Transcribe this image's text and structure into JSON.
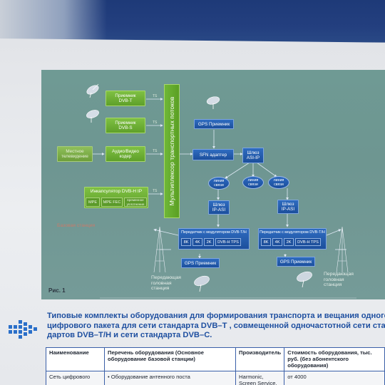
{
  "diagram": {
    "receiver_dvbt": "Приемник\nDVB-T",
    "receiver_dvbs": "Приемник\nDVB-S",
    "local_tv": "Местное\nтелевидение",
    "av_encoder": "Аудио/Видео\nкодер",
    "encapsulator": "Инкапсулятор DVB-H IP",
    "enc_mpe": "MPE",
    "enc_mpe_fec": "MPE FEC",
    "enc_time": "временное\nуплотнение",
    "mux": "Мультиплексор транспортных потоков",
    "ts": "TS",
    "gps_top": "GPS Приемник",
    "sfn": "SFN адаптер",
    "gateway_asi_ip": "Шлюз\nASI-IP",
    "link": "линия\nсвязи",
    "gateway_ip_asi": "Шлюз\nIP-ASI",
    "transmitter": "Передатчик с модулятором DVB-T/H",
    "modes": [
      "8K",
      "4K",
      "2K",
      "DVB-H TPS"
    ],
    "gps_bottom": "GPS Приемник",
    "base_station": "Базовая станция",
    "head_station": "Передающая\nголовная\nстанция",
    "fig_label": "Рис. 1"
  },
  "heading": {
    "line1": "Типовые комплекты оборудования для формирования транспорта и вещания одного",
    "line2": "цифрового пакета для сети стандарта DVB–T , совмещенной одночастотной сети стан-",
    "line3": "дартов DVB–T/H и сети стандарта DVB–C."
  },
  "table": {
    "headers": [
      "Наименование",
      "Перечень оборудования (Основное оборудование базовой станции)",
      "Производитель",
      "Стоимость оборудования, тыс. руб. (без абонентского оборудования)"
    ],
    "row1": [
      "Сеть цифрового",
      "• Оборудование антенного поста",
      "Harmonic,\nScreen Service,",
      "от 4000"
    ]
  },
  "colors": {
    "green_box": "#6fb737",
    "blue_box": "#1e509c",
    "heading": "#1e4fa0",
    "figure_bg": "#6f9a94"
  }
}
